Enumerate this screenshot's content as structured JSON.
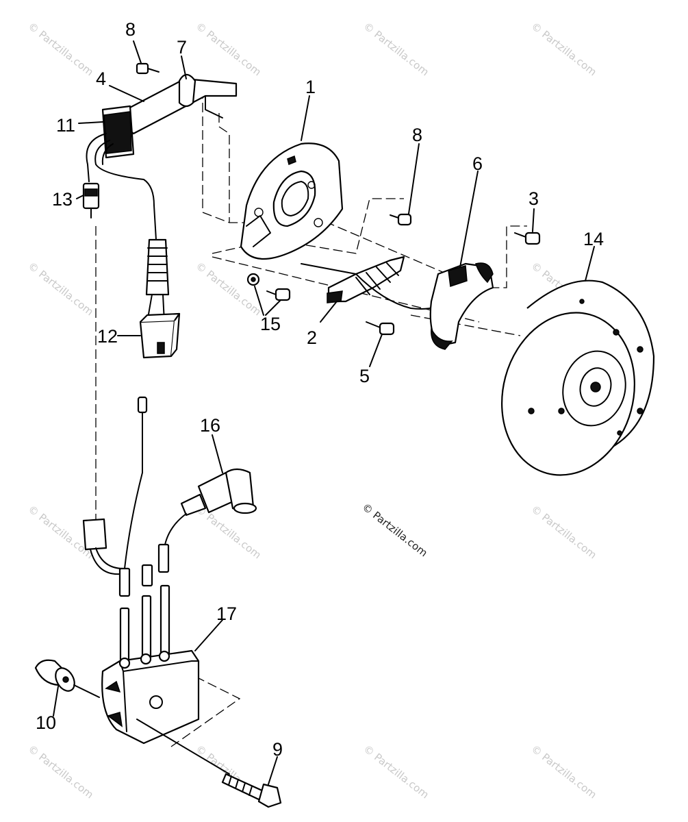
{
  "diagram": {
    "parts": [
      {
        "id": "stator-plate",
        "label": "1"
      },
      {
        "id": "pulser-coil",
        "label": "2"
      },
      {
        "id": "screw-flywheel-side",
        "label": "3"
      },
      {
        "id": "wire-harness",
        "label": "4"
      },
      {
        "id": "screw-pulser",
        "label": "5"
      },
      {
        "id": "lighting-coil",
        "label": "6"
      },
      {
        "id": "clamp",
        "label": "7"
      },
      {
        "id": "screw-clamp",
        "label": "8"
      },
      {
        "id": "screw-stator",
        "label": "8"
      },
      {
        "id": "bolt-coil",
        "label": "9"
      },
      {
        "id": "bushing",
        "label": "10"
      },
      {
        "id": "grommet",
        "label": "11"
      },
      {
        "id": "connector-block",
        "label": "12"
      },
      {
        "id": "bullet-connector",
        "label": "13"
      },
      {
        "id": "flywheel",
        "label": "14"
      },
      {
        "id": "washer-screw",
        "label": "15"
      },
      {
        "id": "spark-plug-cap",
        "label": "16"
      },
      {
        "id": "ignition-coil",
        "label": "17"
      }
    ]
  },
  "credit": "© Partzilla.com",
  "watermark": "© Partzilla.com"
}
